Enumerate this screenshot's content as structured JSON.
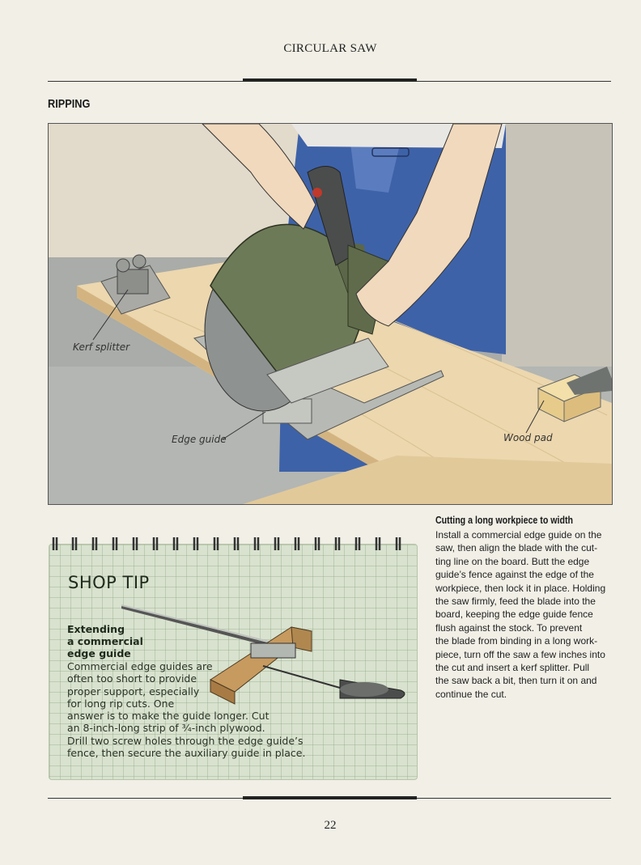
{
  "header": {
    "title": "CIRCULAR SAW"
  },
  "section": {
    "heading": "RIPPING"
  },
  "figure": {
    "labels": {
      "kerf_splitter": "Kerf splitter",
      "edge_guide": "Edge guide",
      "wood_pad": "Wood pad"
    }
  },
  "caption": {
    "title": "Cutting a long workpiece to width",
    "lines": [
      "Install a commercial edge guide on the",
      "saw, then align the blade with the cut-",
      "ting line on the board. Butt the edge",
      "guide’s fence against the edge of the",
      "workpiece, then lock it in place. Holding",
      "the saw firmly, feed the blade into the",
      "board, keeping the edge guide fence",
      "flush against the stock. To prevent",
      "the blade from binding in a long work-",
      "piece, turn off the saw a few inches into",
      "the cut and insert a kerf splitter. Pull",
      "the saw back a bit, then turn it on and",
      "continue the cut."
    ]
  },
  "shop_tip": {
    "title": "SHOP TIP",
    "subtitle_lines": [
      "Extending",
      "a commercial",
      "edge guide"
    ],
    "body_lines": [
      "Commercial edge guides are",
      "often too short to provide",
      "proper support, especially",
      "for long rip cuts. One",
      "answer is to make the guide longer. Cut",
      "an 8-inch-long strip of ³⁄₄-inch plywood.",
      "Drill two screw holes through the edge guide’s",
      "fence, then secure the auxiliary guide in place."
    ]
  },
  "footer": {
    "page_number": "22"
  },
  "colors": {
    "page_background": "#f1efe6",
    "shop_tip_background": "#d8e2ce",
    "rule": "#222222",
    "plywood": "#ecd7ae",
    "saw_body": "#6d7a57",
    "jeans": "#3e62a8"
  }
}
